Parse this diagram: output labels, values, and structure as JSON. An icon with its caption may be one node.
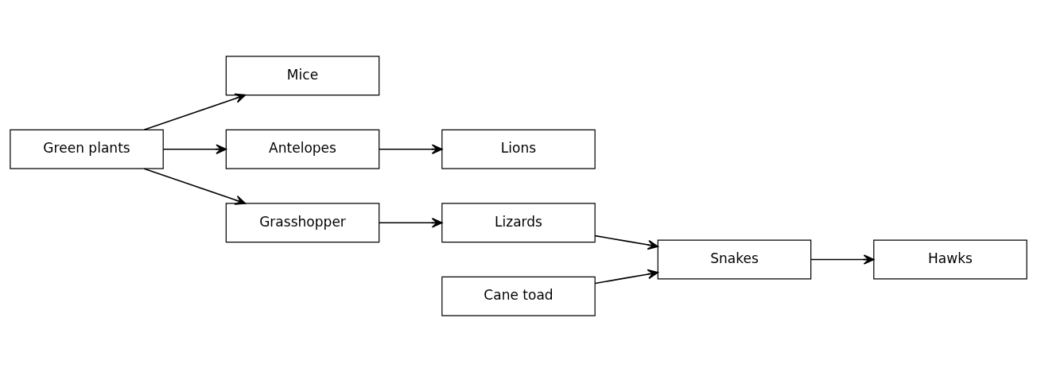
{
  "diagram": {
    "nodes": [
      {
        "text": [
          "Mice"
        ]
      },
      {
        "text": [
          "Cane toad"
        ]
      },
      {
        "text": [
          "Hawks"
        ]
      },
      {
        "text": [
          "Green plants"
        ]
      },
      {
        "text": [
          "Antelopes"
        ]
      },
      {
        "text": [
          "Lions"
        ]
      },
      {
        "text": [
          "Snakes"
        ]
      },
      {
        "text": [
          "Grasshopper"
        ]
      },
      {
        "text": [
          "Lizards"
        ]
      }
    ],
    "edges": [
      {
        "from": 3,
        "to": 0,
        "arrow": "to"
      },
      {
        "from": 3,
        "to": 4,
        "arrow": "to"
      },
      {
        "from": 4,
        "to": 5,
        "arrow": "to"
      },
      {
        "from": 3,
        "to": 7,
        "arrow": "to"
      },
      {
        "from": 7,
        "to": 8,
        "arrow": "to"
      },
      {
        "from": 8,
        "to": 6,
        "arrow": "to"
      },
      {
        "from": 1,
        "to": 6,
        "arrow": "to"
      },
      {
        "from": 6,
        "to": 2,
        "arrow": "to"
      }
    ]
  }
}
